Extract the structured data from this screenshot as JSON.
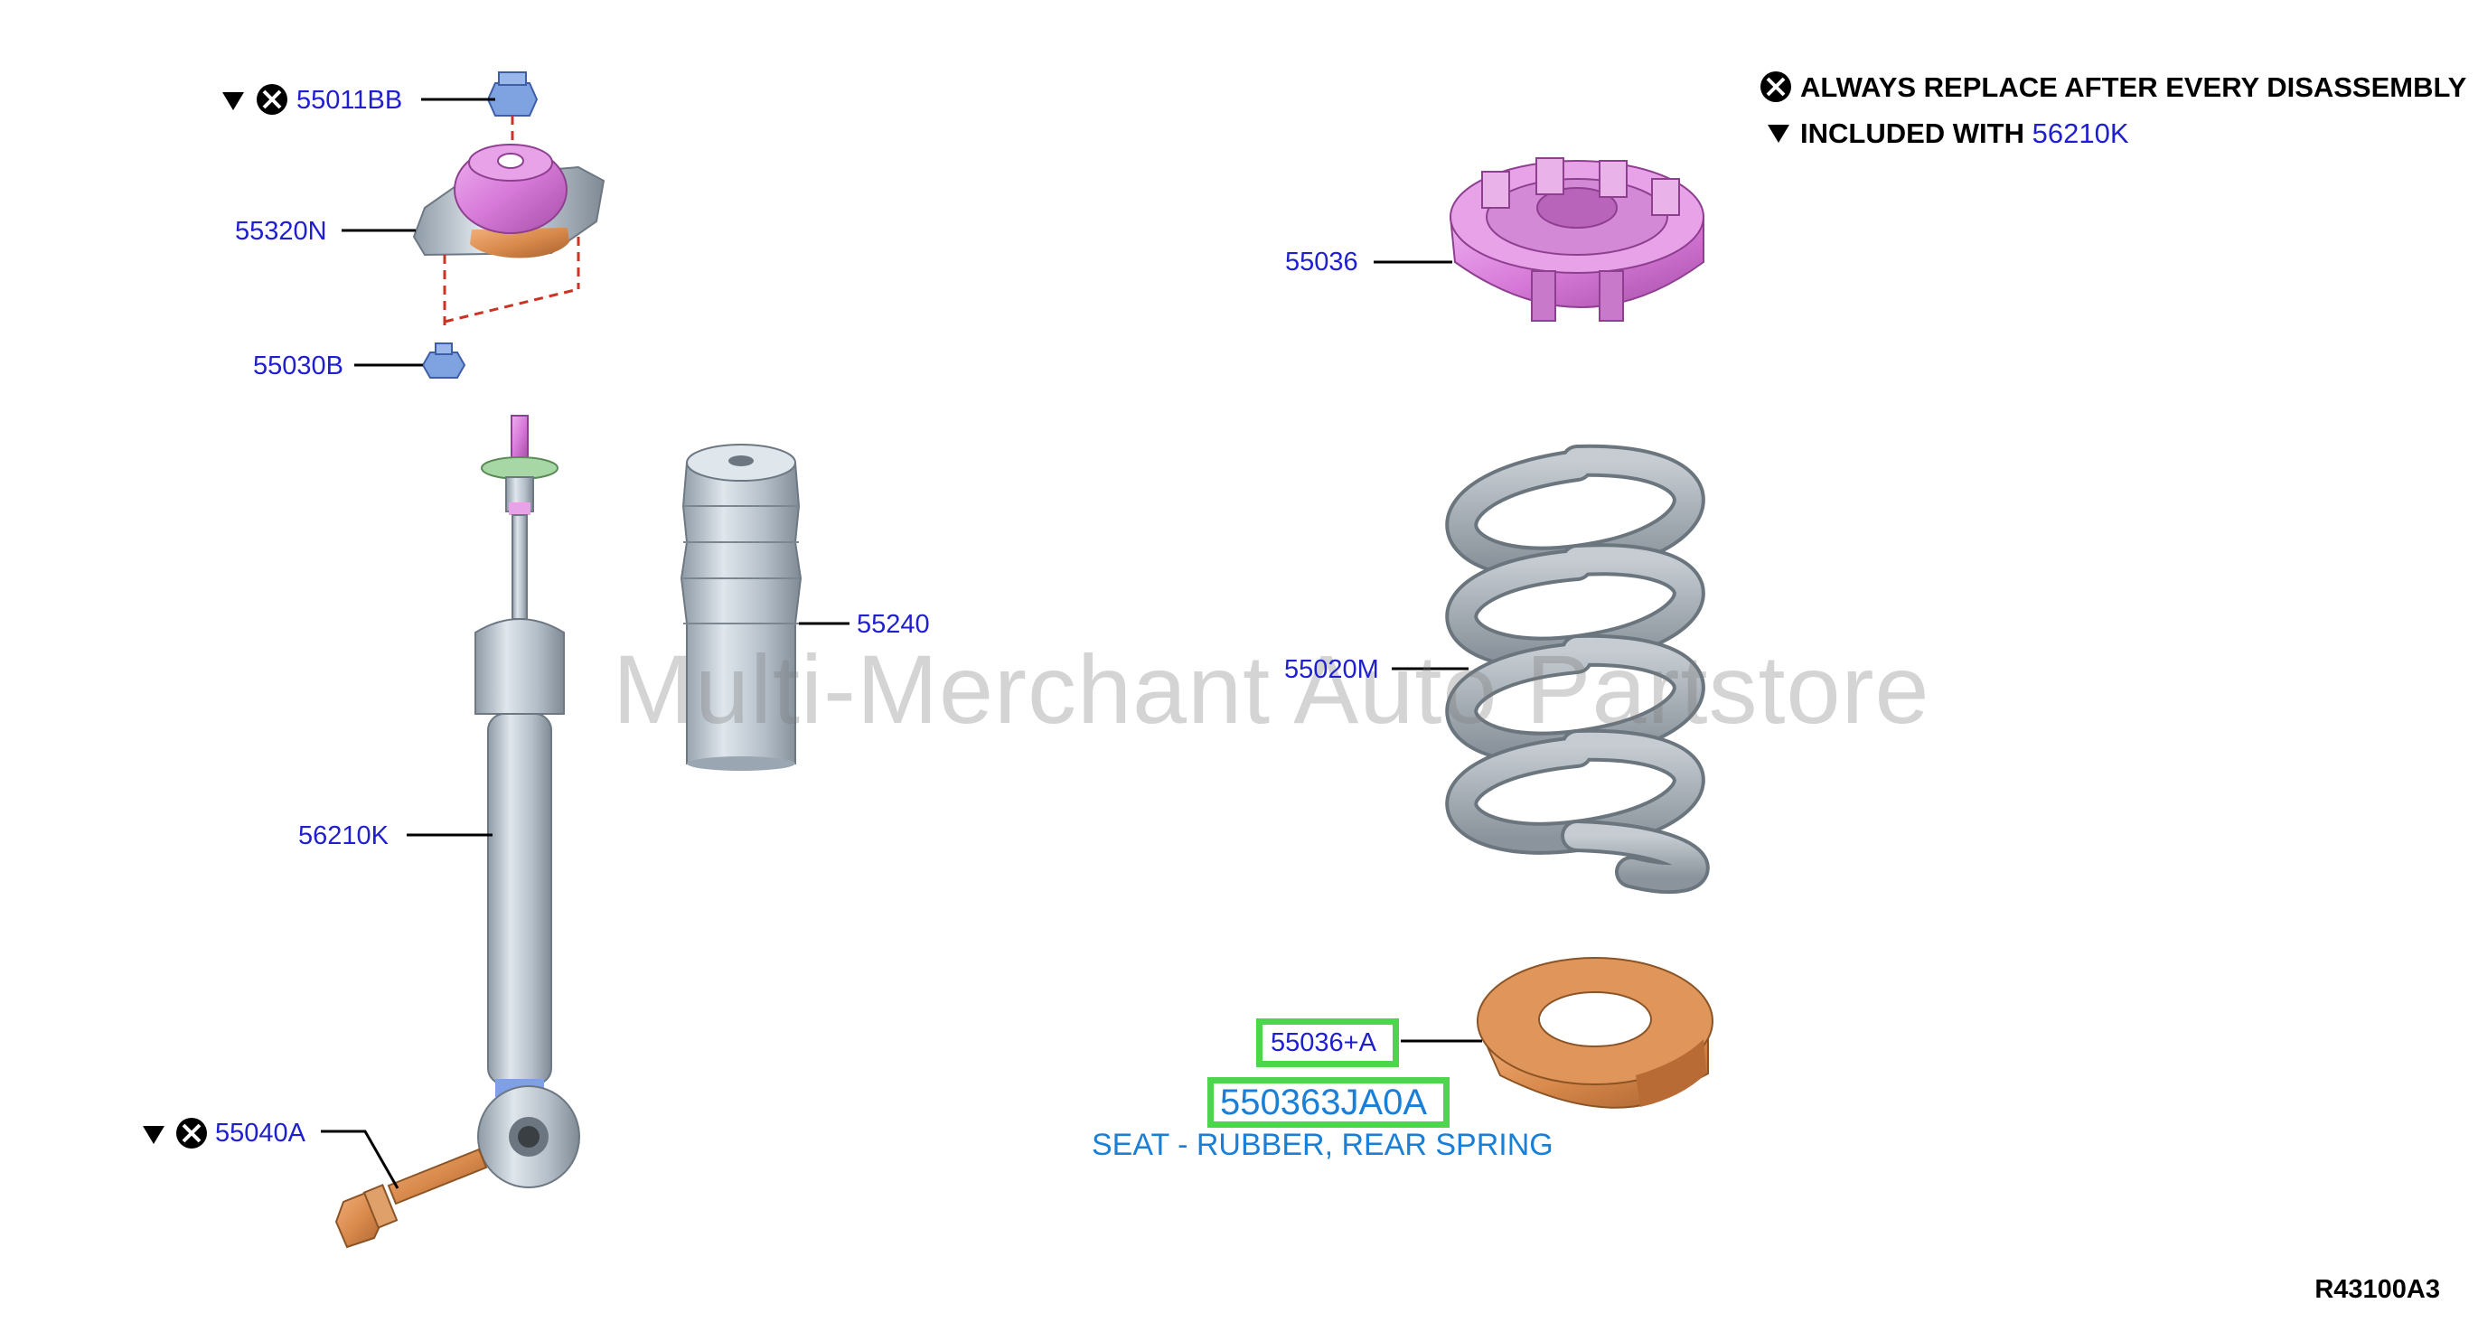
{
  "legend": {
    "replace_text": "ALWAYS REPLACE AFTER EVERY DISASSEMBLY",
    "included_text": "INCLUDED WITH",
    "included_code": "56210K"
  },
  "parts": {
    "p55011BB": "55011BB",
    "p55320N": "55320N",
    "p55030B": "55030B",
    "p55240": "55240",
    "p56210K": "56210K",
    "p55040A": "55040A",
    "p55036": "55036",
    "p55020M": "55020M",
    "p55036A": "55036+A"
  },
  "selected": {
    "part_number": "550363JA0A",
    "description": "SEAT - RUBBER, REAR SPRING"
  },
  "reference": "R43100A3",
  "watermark": "Multi-Merchant Auto Partstore",
  "colors": {
    "label_blue": "#1f1fcf",
    "highlight_green": "#4cd64c",
    "description_blue": "#1a7fd6",
    "part_pink": "#d77ad9",
    "part_silver": "#b9c3cc",
    "part_orange": "#d98a4c",
    "leader_red": "#cc3322"
  }
}
